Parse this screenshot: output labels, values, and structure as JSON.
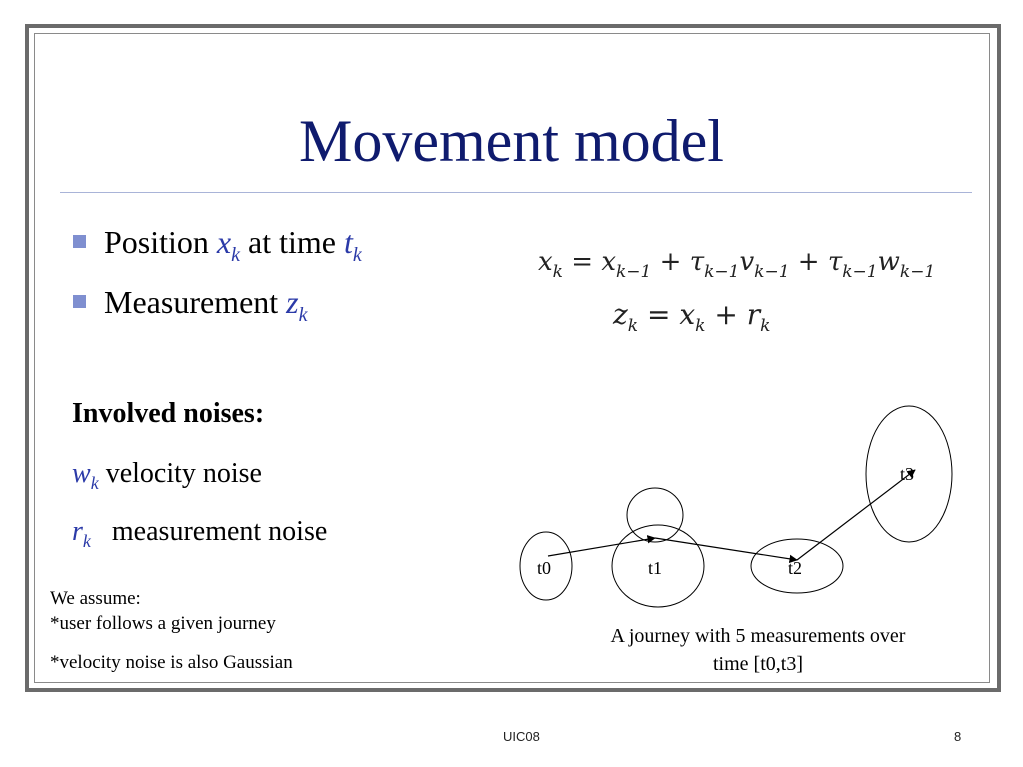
{
  "slide": {
    "title": "Movement model",
    "bullets": [
      {
        "text": "Position ",
        "var": "x",
        "sub": "k",
        "text2": " at time ",
        "var2": "t",
        "sub2": "k"
      },
      {
        "text": "Measurement ",
        "var": "z",
        "sub": "k"
      }
    ],
    "equations": {
      "eq1": {
        "lhs": "x",
        "lhs_sub": "k",
        "t1": "x",
        "t1_sub": "k−1",
        "t2a": "τ",
        "t2a_sub": "k−1",
        "t2b": "v",
        "t2b_sub": "k−1",
        "t3a": "τ",
        "t3a_sub": "k−1",
        "t3b": "w",
        "t3b_sub": "k−1"
      },
      "eq2": {
        "lhs": "z",
        "lhs_sub": "k",
        "t1": "x",
        "t1_sub": "k",
        "t2": "r",
        "t2_sub": "k"
      }
    },
    "noises_heading": "Involved noises:",
    "noises": [
      {
        "var": "w",
        "sub": "k",
        "text": " velocity noise"
      },
      {
        "var": "r",
        "sub": "k",
        "text": "   measurement noise"
      }
    ],
    "assumptions": [
      "We assume:",
      "*user follows a given journey",
      "*velocity noise is also Gaussian"
    ],
    "diagram_labels": [
      "t0",
      "t1",
      "t2",
      "t3"
    ],
    "caption_line1": "A journey with 5 measurements over",
    "caption_line2": "time [t0,t3]",
    "footer_center": "UIC08",
    "footer_page": "8"
  },
  "colors": {
    "title": "#0f1b6e",
    "variable": "#2b3aa8",
    "bullet": "#7f8fd0",
    "rule": "#a9b4d8"
  }
}
